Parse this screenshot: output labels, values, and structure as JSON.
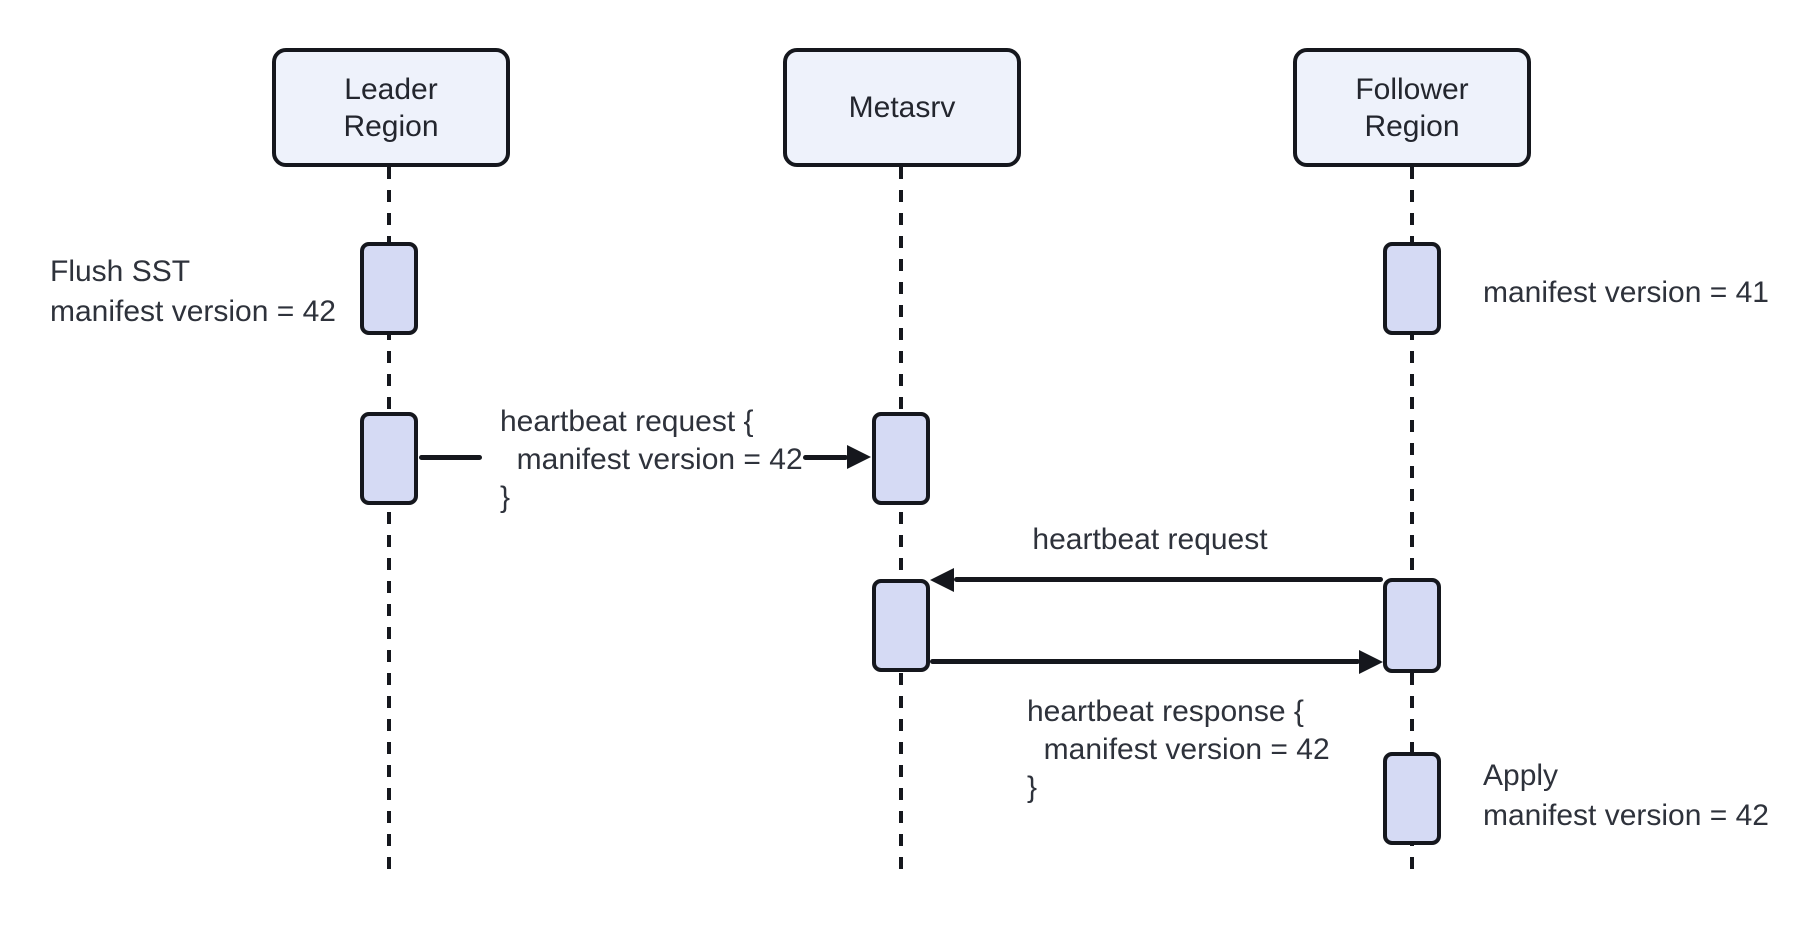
{
  "colors": {
    "background": "#ffffff",
    "participant_fill": "#eef2fb",
    "activation_fill": "#d5daf4",
    "stroke": "#15171d",
    "arrow": "#15171d",
    "text": "#2e323b"
  },
  "participants": {
    "leader": {
      "label": "Leader\nRegion"
    },
    "metasrv": {
      "label": "Metasrv"
    },
    "follower": {
      "label": "Follower\nRegion"
    }
  },
  "notes": {
    "flush": "Flush SST\nmanifest version = 42",
    "follower_v41": "manifest version = 41",
    "apply": "Apply\nmanifest version = 42"
  },
  "messages": {
    "heartbeat_to_metasrv": "heartbeat request {\n  manifest version = 42\n}",
    "heartbeat_from_follower": "heartbeat request",
    "heartbeat_response": "heartbeat response {\n  manifest version = 42\n}"
  }
}
